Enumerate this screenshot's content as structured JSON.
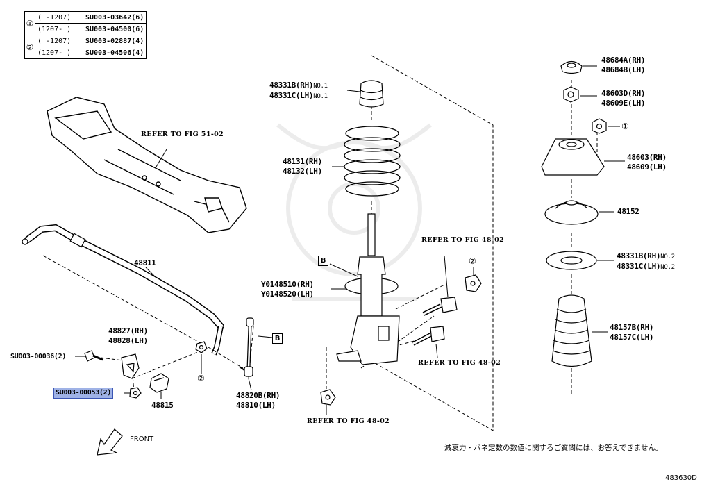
{
  "table": {
    "rows": [
      {
        "no": "①",
        "range": "(     -1207)",
        "part": "SU003-03642(6)"
      },
      {
        "no": "",
        "range": "(1207-     )",
        "part": "SU003-04500(6)"
      },
      {
        "no": "②",
        "range": "(     -1207)",
        "part": "SU003-02887(4)"
      },
      {
        "no": "",
        "range": "(1207-     )",
        "part": "SU003-04506(4)"
      }
    ]
  },
  "labels": {
    "refer_51_02": [
      "REFER TO",
      "FIG 51-02"
    ],
    "p48811": "48811",
    "p48827": [
      "48827(RH)",
      "48828(LH)"
    ],
    "su00036": "SU003-00036(2)",
    "su00053": "SU003-00053(2)",
    "p48815": "48815",
    "p48820": [
      "48820B(RH)",
      "48810(LH)"
    ],
    "bump_stop": [
      "48331B(RH)",
      "NO.1",
      "48331C(LH)",
      "NO.1"
    ],
    "spring": [
      "48131(RH)",
      "48132(LH)"
    ],
    "strut": [
      "Y0148510(RH)",
      "Y0148520(LH)"
    ],
    "refer_48_02_a": [
      "REFER TO",
      "FIG 48-02"
    ],
    "refer_48_02_b": [
      "REFER TO",
      "FIG 48-02"
    ],
    "refer_48_02_c": [
      "REFER TO",
      "FIG 48-02"
    ],
    "cap": [
      "48684A(RH)",
      "48684B(LH)"
    ],
    "nut": [
      "48603D(RH)",
      "48609E(LH)"
    ],
    "mount": [
      "48603(RH)",
      "48609(LH)"
    ],
    "p48152": "48152",
    "lower_seat": [
      "48331B(RH)",
      "NO.2",
      "48331C(LH)",
      "NO.2"
    ],
    "boot": [
      "48157B(RH)",
      "48157C(LH)"
    ],
    "tag_b": "B",
    "circ1": "①",
    "circ2": "②",
    "front": "FRONT",
    "japanese_note": "減衰力・バネ定数の数値に関するご質問には、お答えできません。",
    "fig_code": "483630D"
  }
}
